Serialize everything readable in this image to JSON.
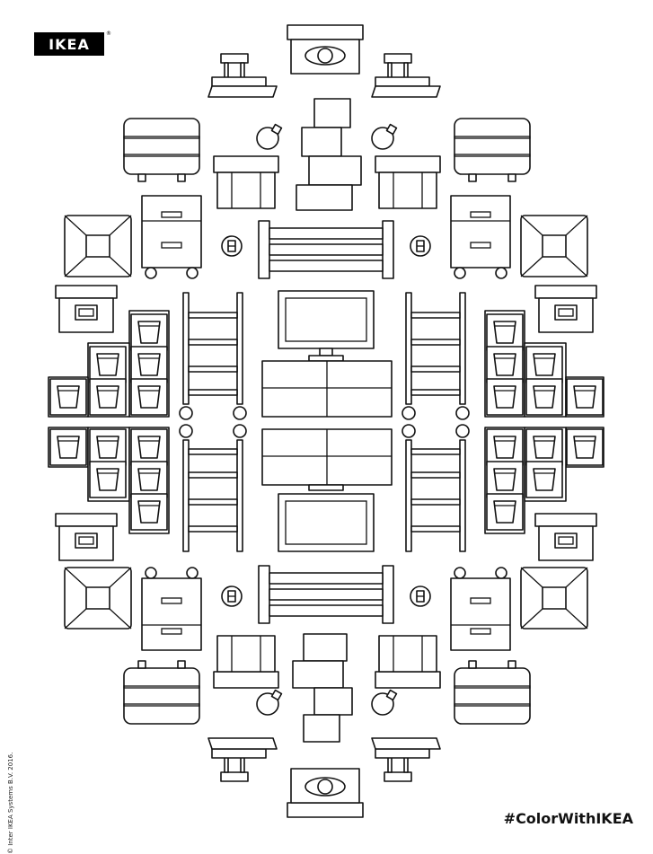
{
  "brand": {
    "logo_text": "IKEA",
    "registered": "®"
  },
  "footer": {
    "hashtag": "#ColorWithIKEA",
    "copyright": "© Inter IKEA Systems B.V. 2016."
  },
  "colors": {
    "line": "#111111",
    "fill": "#ffffff",
    "logo_bg": "#000000"
  }
}
